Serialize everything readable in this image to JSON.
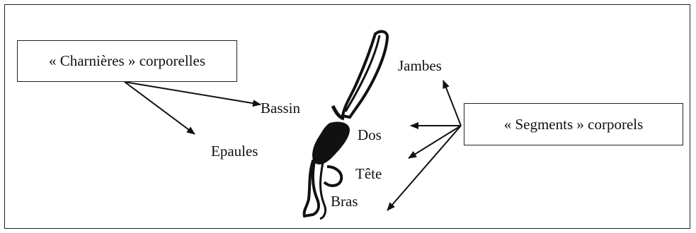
{
  "boxes": {
    "left": "« Charnières » corporelles",
    "right": "« Segments » corporels"
  },
  "labels": {
    "bassin": "Bassin",
    "epaules": "Epaules",
    "jambes": "Jambes",
    "dos": "Dos",
    "tete": "Tête",
    "bras": "Bras"
  },
  "colors": {
    "ink": "#111111",
    "background": "#ffffff"
  }
}
